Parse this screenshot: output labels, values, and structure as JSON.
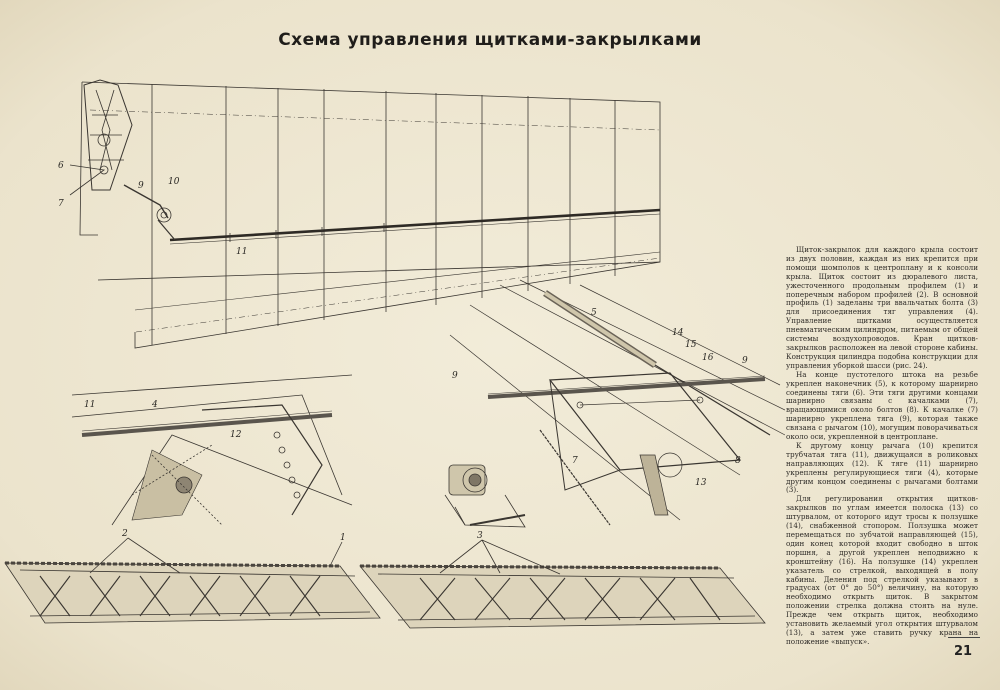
{
  "title": "Схема управления щитками-закрылками",
  "page_number": "21",
  "figure_labels": {
    "top": [
      "6",
      "7",
      "9",
      "10",
      "11"
    ],
    "left_detail": [
      "11",
      "4",
      "12"
    ],
    "right_detail": [
      "5",
      "14",
      "15",
      "16",
      "9",
      "9",
      "7",
      "8",
      "13"
    ],
    "bottom": [
      "2",
      "1",
      "3"
    ]
  },
  "body_paragraphs": [
    "Щиток-закрылок для каждого крыла состоит из двух половин, каждая из них крепится при помощи шомполов к центроплану и к консоли крыла. Щиток состоит из дюралевого листа, ужесточенного продольным профилем (1) и поперечным набором профилей (2). В основной профиль (1) заделаны три ввальчатых болта (3) для присоединения тяг управления (4). Управление щитками осуществляется пневматическим цилиндром, питаемым от общей системы воздухопроводов. Кран щитков-закрылков расположен на левой стороне кабины. Конструкция цилиндра подобна конструкции для управления уборкой шасси (рис. 24).",
    "На конце пустотелого штока на резьбе укреплен наконечник (5), к которому шарнирно соединены тяги (6). Эти тяги другими концами шарнирно связаны с качалками (7), вращающимися около болтов (8). К качалке (7) шарнирно укреплена тяга (9), которая также связана с рычагом (10), могущим поворачиваться около оси, укрепленной в центроплане.",
    "К другому концу рычага (10) крепится трубчатая тяга (11), движущаяся в роликовых направляющих (12). К тяге (11) шарнирно укреплены регулирующиеся тяги (4), которые другим концом соединены с рычагами болтами (3).",
    "Для регулирования открытия щитков-закрылков по углам имеется полоска (13) со штурвалом, от которого идут тросы к ползушке (14), снабженной стопором. Ползушка может перемещаться по зубчатой направляющей (15), один конец которой входит свободно в шток поршня, а другой укреплен неподвижно к кронштейну (16). На ползушке (14) укреплен указатель со стрелкой, выходящей в полу кабины. Деления под стрелкой указывают в градусах (от 0° до 50°) величину, на которую необходимо открыть щиток. В закрытом положении стрелка должна стоять на нуле. Прежде чем открыть щиток, необходимо установить желаемый угол открытия штурвалом (13), а затем уже ставить ручку крана на положение «выпуск»."
  ]
}
